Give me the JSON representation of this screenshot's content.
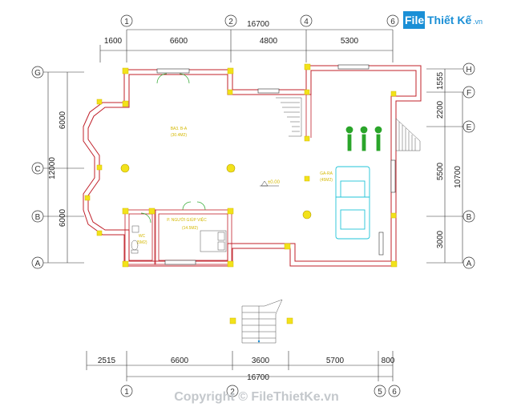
{
  "logo": {
    "box_text": "File",
    "rest_text": "Thiết Kế",
    "suffix": ".vn",
    "color": "#1a8fd6"
  },
  "watermark": {
    "text": "Copyright © FileThietKe.vn"
  },
  "top_dims": {
    "total": "16700",
    "segments": [
      "1600",
      "6600",
      "4800",
      "5300"
    ]
  },
  "bottom_dims": {
    "total": "16700",
    "segments": [
      "2515",
      "6600",
      "3600",
      "5700",
      "800"
    ]
  },
  "left_dims": {
    "total": "12000",
    "segments": [
      "6000",
      "6000"
    ]
  },
  "right_dims": {
    "total": "10700",
    "segments": [
      "1555",
      "2200",
      "5500",
      "3000"
    ]
  },
  "top_axes": [
    "1",
    "2",
    "4",
    "6"
  ],
  "bottom_axes": [
    "1",
    "2",
    "5",
    "6"
  ],
  "left_axes": [
    "G",
    "C",
    "B",
    "A"
  ],
  "right_axes": [
    "H",
    "F",
    "E",
    "B",
    "A"
  ],
  "rooms": {
    "living": {
      "name": "BA3. B-A",
      "area": "(30.4M2)"
    },
    "garage": {
      "name": "GA-RA",
      "area": "(45M2)"
    },
    "maid": {
      "name": "P. NGƯỜI GIÚP VIỆC",
      "area": "(14.5M2)"
    },
    "wc": {
      "name": "WC",
      "area": "(5M2)"
    }
  },
  "level_mark": "±0.00",
  "colors": {
    "wall": "#c0202a",
    "column": "#f2e21a",
    "car": "#22c4d8",
    "plant": "#2aa52a"
  }
}
